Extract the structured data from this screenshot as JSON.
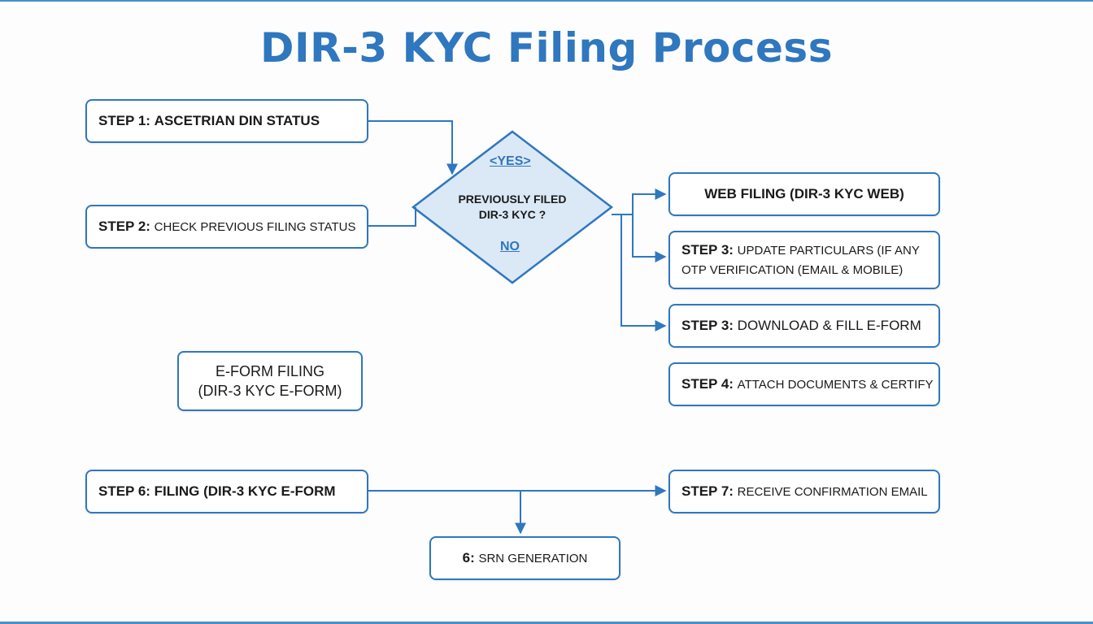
{
  "title": "DIR-3 KYC Filing Process",
  "colors": {
    "accent": "#2f77bf",
    "diamond_fill": "#dbe9f7",
    "background": "#fdfdfd"
  },
  "steps": {
    "step1": {
      "prefix": "STEP 1:",
      "text": "ASCETRIAN DIN STATUS"
    },
    "step2": {
      "prefix": "STEP 2:",
      "text": "CHECK PREVIOUS FILING STATUS"
    },
    "web_filing": {
      "text": "WEB FILING (DIR-3 KYC WEB)"
    },
    "step3_update": {
      "prefix": "STEP 3:",
      "line1": "UPDATE PARTICULARS (IF ANY",
      "line2": "OTP VERIFICATION (EMAIL & MOBILE)"
    },
    "step3_download": {
      "prefix": "STEP 3:",
      "text": "DOWNLOAD & FILL E-FORM"
    },
    "step4": {
      "prefix": "STEP 4:",
      "text": "ATTACH DOCUMENTS & CERTIFY"
    },
    "eform_filing": {
      "line1": "E-FORM FILING",
      "line2": "(DIR-3 KYC E-FORM)"
    },
    "step6": {
      "prefix": "STEP 6:",
      "text": "FILING (DIR-3 KYC E-FORM"
    },
    "step7": {
      "prefix": "STEP 7:",
      "text": "RECEIVE CONFIRMATION EMAIL"
    },
    "srn": {
      "prefix": "6:",
      "text": "SRN GENERATION"
    }
  },
  "decision": {
    "line1": "PREVIOUSLY FILED",
    "line2": "DIR-3 KYC  ?",
    "yes_label": "<YES>",
    "no_label": "NO"
  }
}
